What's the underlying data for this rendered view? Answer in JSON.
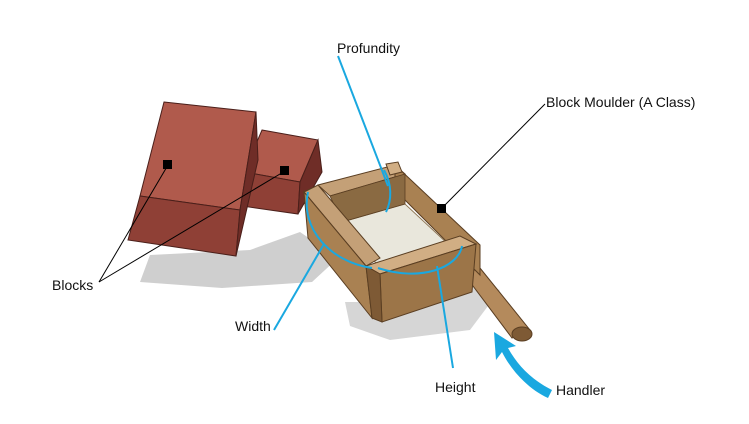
{
  "labels": {
    "profundity": "Profundity",
    "block_moulder": "Block Moulder (A Class)",
    "blocks": "Blocks",
    "width": "Width",
    "height": "Height",
    "handler": "Handler"
  },
  "colors": {
    "brick_front": "#8f4036",
    "brick_top": "#b05a4c",
    "brick_side": "#6f2d27",
    "wood_light": "#c4a077",
    "wood_mid": "#a98152",
    "wood_dark": "#7e5a35",
    "mould_floor": "#e9e7dc",
    "shadow": "#cfcfcf",
    "dimension_line": "#1aa8e0",
    "leader_line": "#000000"
  }
}
